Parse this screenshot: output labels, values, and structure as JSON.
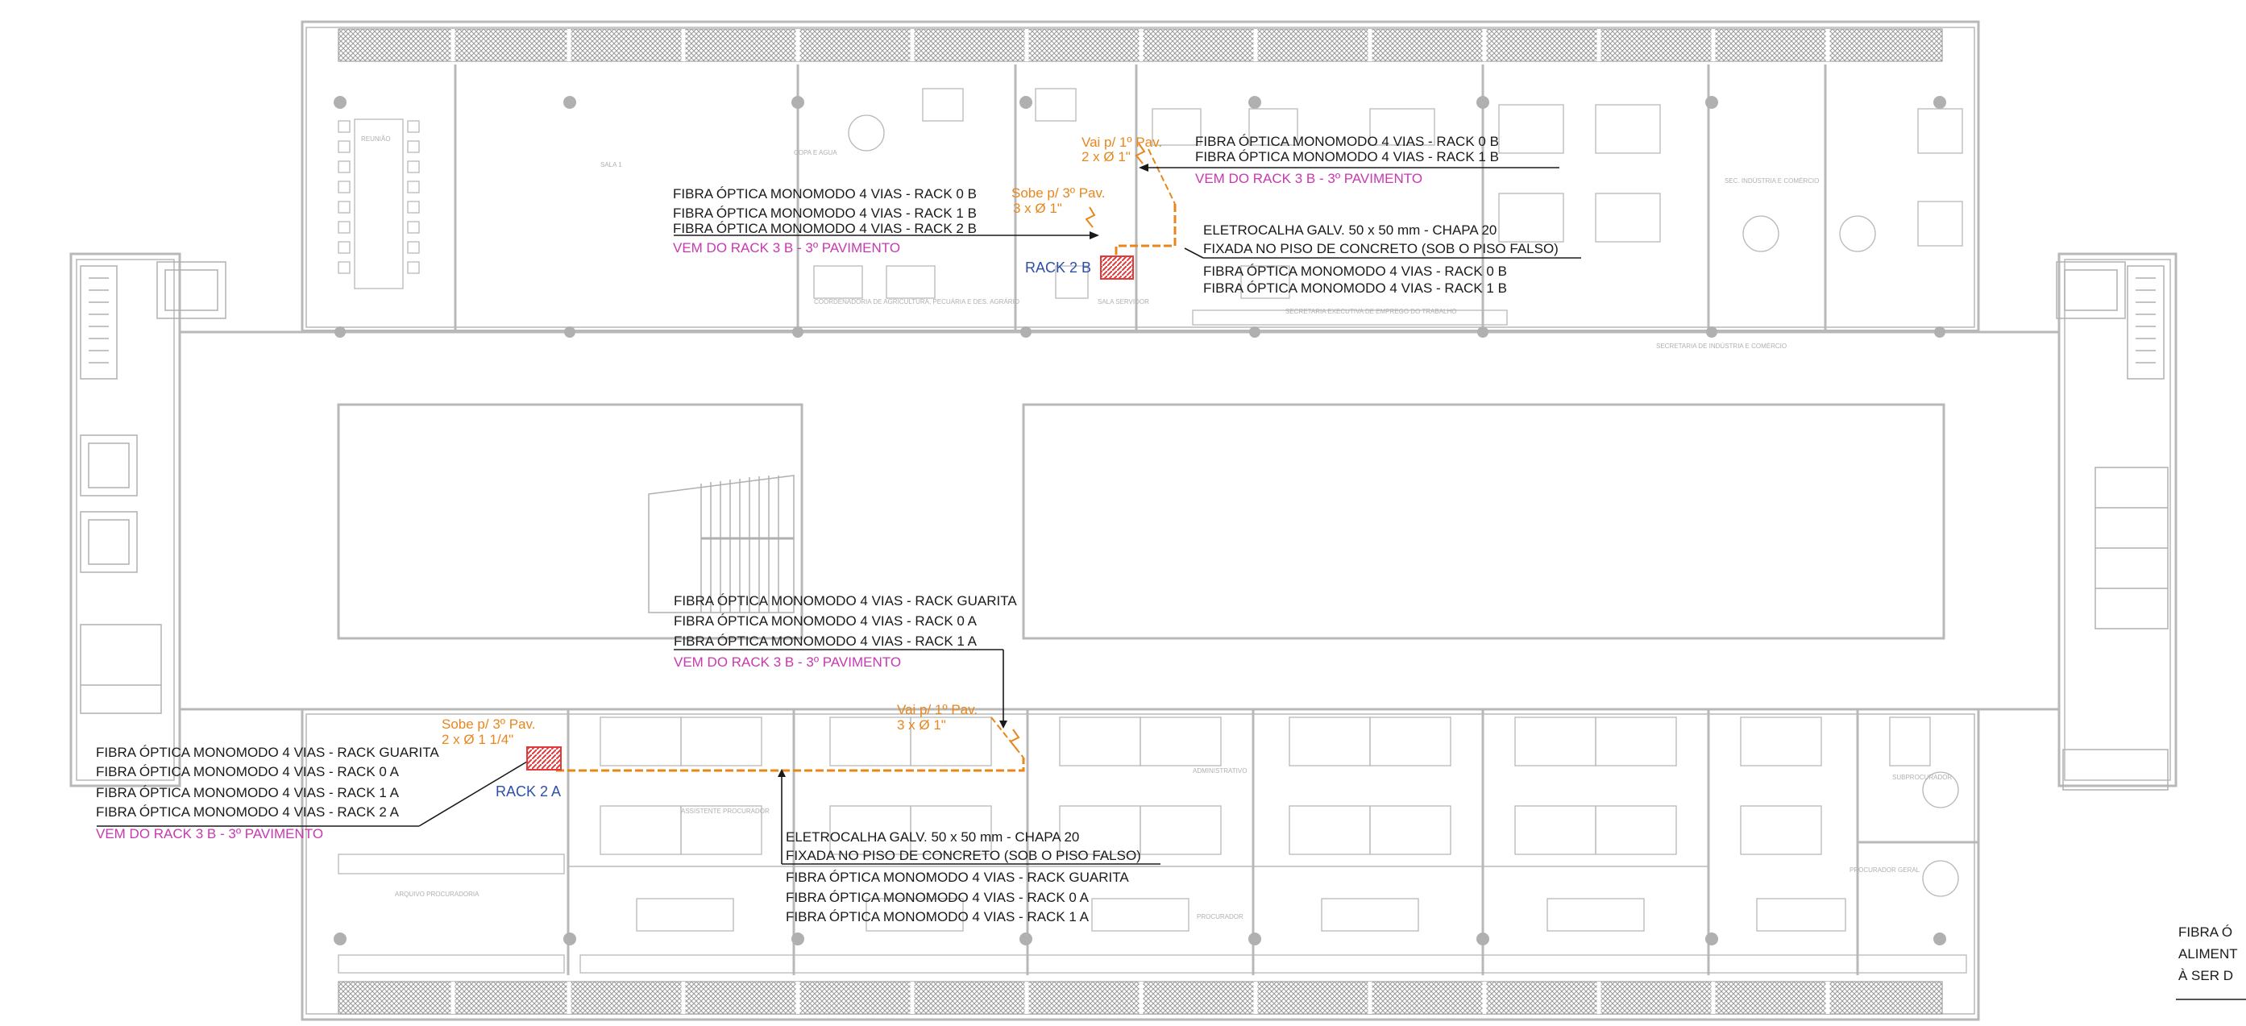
{
  "colors": {
    "wall": "#b8b8b8",
    "text": "#1a1a1a",
    "origin": "#c838b0",
    "conduit": "#e8861c",
    "rack": "#2e4fa8",
    "rack_fill": "#e23a3a"
  },
  "top_wing": {
    "left_group": {
      "lines": [
        "FIBRA ÓPTICA MONOMODO 4 VIAS - RACK 0 B",
        "FIBRA ÓPTICA MONOMODO 4 VIAS - RACK 1 B",
        "FIBRA ÓPTICA MONOMODO 4 VIAS - RACK 2 B"
      ],
      "origin": "VEM DO RACK 3 B - 3º PAVIMENTO"
    },
    "right_group": {
      "lines": [
        "FIBRA ÓPTICA MONOMODO 4 VIAS - RACK 0 B",
        "FIBRA ÓPTICA MONOMODO 4 VIAS - RACK 1 B"
      ],
      "origin": "VEM DO RACK 3 B - 3º PAVIMENTO"
    },
    "tray": [
      "ELETROCALHA GALV. 50 x 50 mm - CHAPA 20",
      "FIXADA NO PISO DE CONCRETO (SOB O PISO FALSO)"
    ],
    "tray_cables": [
      "FIBRA ÓPTICA MONOMODO 4 VIAS - RACK 0 B",
      "FIBRA ÓPTICA MONOMODO 4 VIAS - RACK 1 B"
    ],
    "conduit_up": [
      "Sobe p/ 3º Pav.",
      "3 x Ø 1\""
    ],
    "conduit_down": [
      "Vai p/ 1º Pav.",
      "2 x Ø 1\""
    ],
    "rack_label": "RACK 2 B"
  },
  "bottom_wing": {
    "middle_group": {
      "lines": [
        "FIBRA ÓPTICA MONOMODO 4 VIAS - RACK GUARITA",
        "FIBRA ÓPTICA MONOMODO 4 VIAS - RACK 0 A",
        "FIBRA ÓPTICA MONOMODO 4 VIAS - RACK 1 A"
      ],
      "origin": "VEM DO RACK 3 B - 3º PAVIMENTO"
    },
    "left_group": {
      "lines": [
        "FIBRA ÓPTICA MONOMODO 4 VIAS - RACK GUARITA",
        "FIBRA ÓPTICA MONOMODO 4 VIAS - RACK 0 A",
        "FIBRA ÓPTICA MONOMODO 4 VIAS - RACK 1 A",
        "FIBRA ÓPTICA MONOMODO 4 VIAS - RACK 2 A"
      ],
      "origin": "VEM DO RACK 3 B - 3º PAVIMENTO"
    },
    "tray": [
      "ELETROCALHA GALV. 50 x 50 mm - CHAPA 20",
      "FIXADA NO PISO DE CONCRETO (SOB O PISO FALSO)"
    ],
    "tray_cables": [
      "FIBRA ÓPTICA MONOMODO 4 VIAS - RACK GUARITA",
      "FIBRA ÓPTICA MONOMODO 4 VIAS - RACK 0 A",
      "FIBRA ÓPTICA MONOMODO 4 VIAS - RACK 1 A"
    ],
    "conduit_up": [
      "Sobe p/ 3º Pav.",
      "2 x Ø 1 1/4\""
    ],
    "conduit_down": [
      "Vai p/ 1º Pav.",
      "3 x Ø 1\""
    ],
    "rack_label": "RACK 2 A"
  },
  "edge_note": [
    "FIBRA Ó",
    "ALIMENT",
    "À SER D"
  ],
  "rooms": {
    "reuniao": "REUNIÃO",
    "sala1": "SALA 1",
    "copa": "COPA E AGUA",
    "coord": "COORDENADORIA DE AGRICULTURA, PECUÁRIA E DES. AGRÁRIO",
    "sec_trab": "SECRETARIA EXECUTIVA DE EMPREGO DO TRABALHO",
    "sec_ind": "SEC. INDÚSTRIA E COMÉRCIO",
    "sec_ind_full": "SECRETARIA DE INDÚSTRIA E COMÉRCIO",
    "sala_serv": "SALA SERVIDOR",
    "arquivo": "ARQUIVO PROCURADORIA",
    "administrativo": "ADMINISTRATIVO",
    "assistente": "ASSISTENTE PROCURADOR",
    "procurador": "PROCURADOR",
    "subprocurador": "SUBPROCURADOR",
    "proc_geral": "PROCURADOR GERAL"
  }
}
